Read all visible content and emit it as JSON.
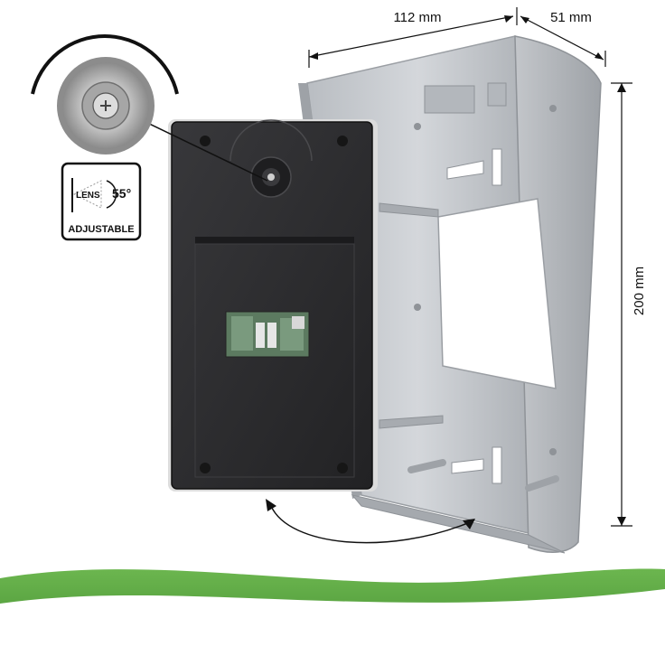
{
  "dimensions": {
    "width_label": "112 mm",
    "depth_label": "51 mm",
    "height_label": "200 mm"
  },
  "badge": {
    "lens_label": "LENS",
    "angle_label": "55°",
    "adjustable_label": "ADJUSTABLE"
  },
  "colors": {
    "panel": "#2d2d2f",
    "housing": "#c9ccd0",
    "housing_shadow": "#a9adb2",
    "green_wave": "#5fa845",
    "green_dark": "#3f8a2e"
  },
  "icons": {
    "lens_zoom": "lens-zoom-icon",
    "rotate_arrow": "rotate-arrow-icon"
  }
}
